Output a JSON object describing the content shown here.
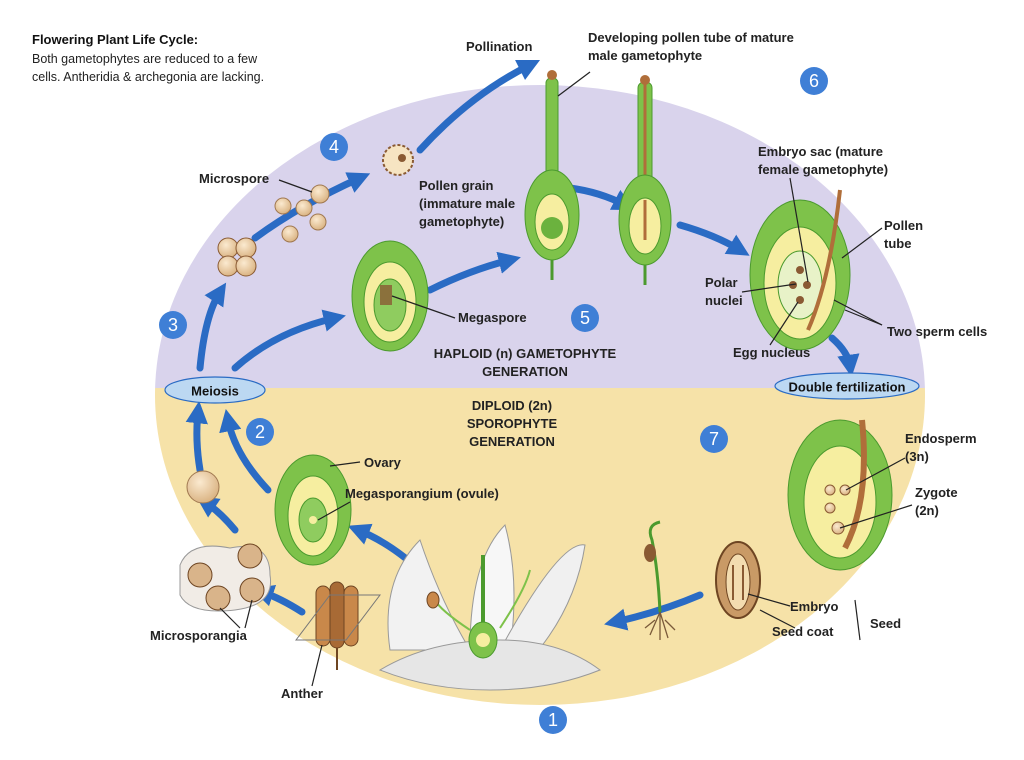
{
  "colors": {
    "haploid_bg": "#d9d3ec",
    "diploid_bg": "#f6e2a8",
    "arrow_blue": "#2a6bc4",
    "badge_blue": "#3f7fd6",
    "pill_fill": "#bcd8f2",
    "green": "#7ec24a",
    "green_dark": "#4b9a2e",
    "yellow": "#f6eea0",
    "tan": "#d9b48a",
    "brown": "#8a5a33"
  },
  "title": "Flowering Plant Life Cycle:",
  "description": [
    "Both gametophytes are reduced to a few",
    "cells. Antheridia & archegonia are lacking."
  ],
  "badges": [
    "1",
    "2",
    "3",
    "4",
    "5",
    "6",
    "7"
  ],
  "pills": {
    "meiosis": "Meiosis",
    "double_fertilization": "Double fertilization"
  },
  "generations": {
    "haploid": [
      "HAPLOID (n) GAMETOPHYTE",
      "GENERATION"
    ],
    "diploid": [
      "DIPLOID (2n)",
      "SPOROPHYTE",
      "GENERATION"
    ]
  },
  "labels": {
    "pollination": "Pollination",
    "pollen_tube_dev": [
      "Developing pollen tube of mature",
      "male gametophyte"
    ],
    "microspore": "Microspore",
    "pollen_grain": [
      "Pollen grain",
      "(immature male",
      "gametophyte)"
    ],
    "megaspore": "Megaspore",
    "embryo_sac": [
      "Embryo sac (mature",
      "female gametophyte)"
    ],
    "pollen_tube": [
      "Pollen",
      "tube"
    ],
    "polar_nuclei": [
      "Polar",
      "nuclei"
    ],
    "two_sperm": "Two sperm cells",
    "egg_nucleus": "Egg nucleus",
    "ovary": "Ovary",
    "megasporangium": "Megasporangium (ovule)",
    "endosperm": [
      "Endosperm",
      "(3n)"
    ],
    "zygote": [
      "Zygote",
      "(2n)"
    ],
    "embryo": "Embryo",
    "seed_coat": "Seed coat",
    "seed": "Seed",
    "microsporangia": "Microsporangia",
    "anther": "Anther"
  }
}
